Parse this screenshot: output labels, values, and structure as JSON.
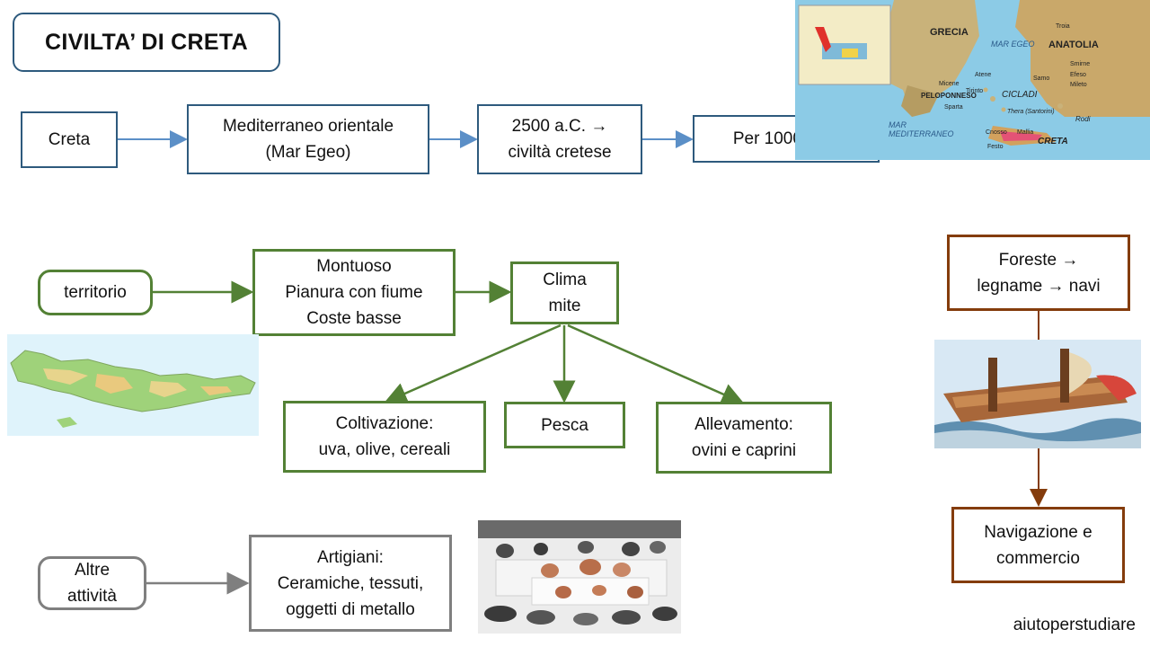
{
  "title": "CIVILTA’ DI CRETA",
  "row1": {
    "creta": "Creta",
    "mediterraneo_line1": "Mediterraneo orientale",
    "mediterraneo_line2": "(Mar Egeo)",
    "civilta_line1": "2500 a.C. →",
    "civilta_line2": "civiltà cretese",
    "durata": "Per 1000 anni"
  },
  "map_aegean": {
    "labels": [
      "GRECIA",
      "ANATOLIA",
      "MAR EGEO",
      "PELOPONNESO",
      "CICLADI",
      "MAR MEDITERRANEO",
      "CRETA",
      "Troia",
      "Smirne",
      "Efeso",
      "Mileto",
      "Samo",
      "Atene",
      "Micene",
      "Tirinto",
      "Sparta",
      "Thera (Santorini)",
      "Rodi",
      "Cnosso",
      "Mallia",
      "Festo"
    ]
  },
  "row2": {
    "territorio": "territorio",
    "terreno": [
      "Montuoso",
      "Pianura con fiume",
      "Coste basse"
    ],
    "clima": [
      "Clima",
      "mite"
    ],
    "coltivazione": [
      "Coltivazione:",
      "uva, olive, cereali"
    ],
    "pesca": "Pesca",
    "allevamento": [
      "Allevamento:",
      "ovini e caprini"
    ]
  },
  "foreste": {
    "line1": "Foreste →",
    "line2": "legname → navi",
    "navigazione": [
      "Navigazione e",
      "commercio"
    ]
  },
  "row3": {
    "altre": [
      "Altre",
      "attività"
    ],
    "artigiani": [
      "Artigiani:",
      "Ceramiche, tessuti,",
      "oggetti di metallo"
    ]
  },
  "footer": "aiutoperstudiare",
  "colors": {
    "blue": "#2e5a7d",
    "blue_arrow": "#5b8fc7",
    "green": "#538135",
    "grey": "#7f7f7f",
    "brown": "#843c0c"
  }
}
